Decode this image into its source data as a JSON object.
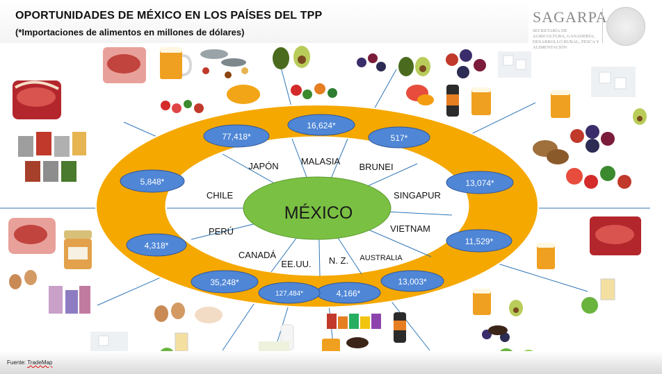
{
  "header": {
    "title": "OPORTUNIDADES DE MÉXICO EN LOS PAÍSES DEL TPP",
    "subtitle": "(*Importaciones de alimentos en millones de dólares)"
  },
  "logo": {
    "name": "SAGARPA",
    "subtitle": "SECRETARÍA DE AGRICULTURA, GANADERÍA, DESARROLLO RURAL, PESCA Y ALIMENTACIÓN"
  },
  "center": {
    "label": "MÉXICO"
  },
  "countries": [
    {
      "key": "japon",
      "label": "JAPÓN",
      "value": "77,418*"
    },
    {
      "key": "malasia",
      "label": "MALASIA",
      "value": "16,624*"
    },
    {
      "key": "brunei",
      "label": "BRUNEI",
      "value": "517*"
    },
    {
      "key": "singapur",
      "label": "SINGAPUR",
      "value": "13,074*"
    },
    {
      "key": "vietnam",
      "label": "VIETNAM",
      "value": "11,529*"
    },
    {
      "key": "australia",
      "label": "AUSTRALIA",
      "value": "13,003*"
    },
    {
      "key": "nz",
      "label": "N. Z.",
      "value": "4,166*"
    },
    {
      "key": "eeuu",
      "label": "EE.UU.",
      "value": "127,484*"
    },
    {
      "key": "canada",
      "label": "CANADÁ",
      "value": "35,248*"
    },
    {
      "key": "peru",
      "label": "PERÚ",
      "value": "4,318*"
    },
    {
      "key": "chile",
      "label": "CHILE",
      "value": "5,848*"
    }
  ],
  "footer": {
    "source_label": "Fuente:",
    "source_name": "TradeMap"
  },
  "colors": {
    "ring": "#f5a800",
    "ring_edge": "#ffffff",
    "badge_fill": "#4f86d6",
    "badge_stroke": "#2f5597",
    "center_fill": "#7ac143",
    "center_stroke": "#5e9a31",
    "spoke": "#2e75b6"
  }
}
